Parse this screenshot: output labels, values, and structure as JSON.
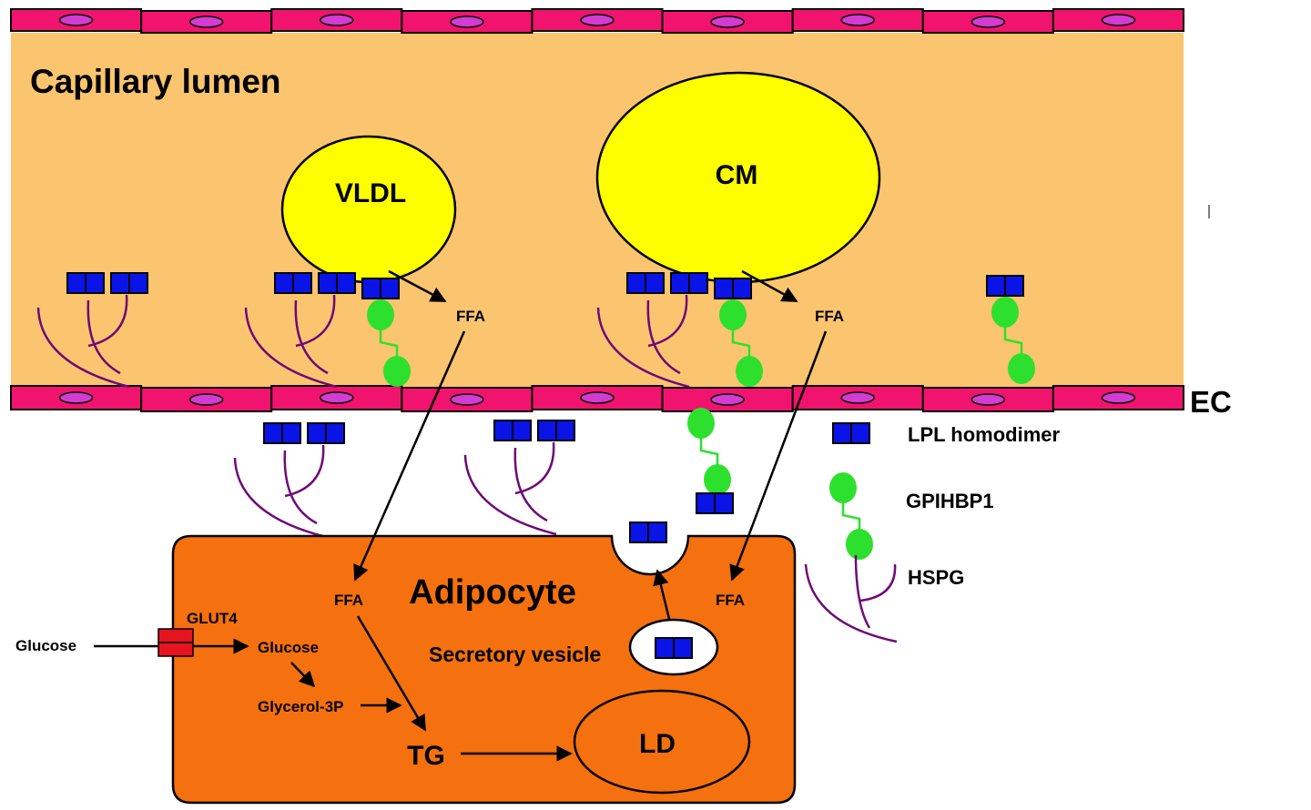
{
  "labels": {
    "capillary_lumen": "Capillary lumen",
    "vldl": "VLDL",
    "cm": "CM",
    "ffa": "FFA",
    "ec": "EC",
    "adipocyte": "Adipocyte",
    "glucose": "Glucose",
    "glut4": "GLUT4",
    "glycerol_3p": "Glycerol-3P",
    "secretory_vesicle": "Secretory vesicle",
    "tg": "TG",
    "ld": "LD"
  },
  "legend": {
    "lpl_homodimer": "LPL homodimer",
    "gpihbp1": "GPIHBP1",
    "hspg": "HSPG"
  },
  "colors": {
    "lumen": "#fbc46e",
    "endothelial_cell": "#f0146e",
    "nucleus": "#d23cd2",
    "lipoprotein": "#ffff00",
    "lpl": "#0a14e6",
    "gpihbp1": "#2ee02e",
    "hspg": "#6e0a78",
    "adipocyte": "#f5700f",
    "glut4": "#e6141e"
  }
}
